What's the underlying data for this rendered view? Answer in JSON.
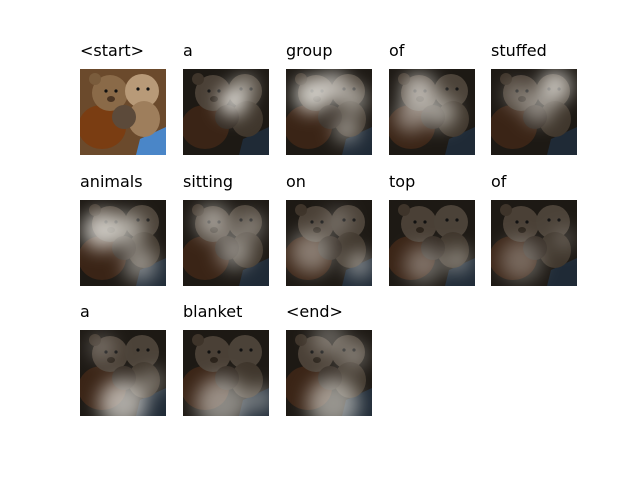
{
  "words": [
    "<start>",
    "a",
    "group",
    "of",
    "stuffed",
    "animals",
    "sitting",
    "on",
    "top",
    "of",
    "a",
    "blanket",
    "<end>"
  ],
  "attention": [
    [],
    [
      [
        0.58,
        0.38,
        0.16,
        0.95
      ],
      [
        0.72,
        0.2,
        0.12,
        0.6
      ]
    ],
    [
      [
        0.3,
        0.3,
        0.2,
        0.85
      ],
      [
        0.55,
        0.2,
        0.18,
        0.7
      ],
      [
        0.8,
        0.35,
        0.15,
        0.6
      ],
      [
        0.7,
        0.7,
        0.15,
        0.55
      ]
    ],
    [
      [
        0.35,
        0.25,
        0.2,
        0.7
      ],
      [
        0.6,
        0.5,
        0.18,
        0.6
      ],
      [
        0.25,
        0.55,
        0.18,
        0.5
      ]
    ],
    [
      [
        0.75,
        0.2,
        0.18,
        0.8
      ],
      [
        0.55,
        0.45,
        0.18,
        0.5
      ],
      [
        0.3,
        0.3,
        0.15,
        0.35
      ]
    ],
    [
      [
        0.25,
        0.35,
        0.22,
        0.8
      ],
      [
        0.55,
        0.35,
        0.2,
        0.6
      ],
      [
        0.7,
        0.75,
        0.2,
        0.5
      ]
    ],
    [
      [
        0.35,
        0.25,
        0.2,
        0.55
      ],
      [
        0.6,
        0.6,
        0.2,
        0.5
      ],
      [
        0.8,
        0.3,
        0.15,
        0.4
      ]
    ],
    [
      [
        0.3,
        0.6,
        0.25,
        0.45
      ],
      [
        0.85,
        0.75,
        0.15,
        0.55
      ],
      [
        0.6,
        0.25,
        0.15,
        0.3
      ]
    ],
    [
      [
        0.4,
        0.75,
        0.22,
        0.4
      ],
      [
        0.8,
        0.7,
        0.15,
        0.45
      ]
    ],
    [
      [
        0.35,
        0.7,
        0.25,
        0.35
      ],
      [
        0.85,
        0.45,
        0.12,
        0.3
      ]
    ],
    [
      [
        0.5,
        0.85,
        0.28,
        0.7
      ],
      [
        0.25,
        0.2,
        0.15,
        0.3
      ],
      [
        0.85,
        0.6,
        0.15,
        0.35
      ]
    ],
    [
      [
        0.45,
        0.85,
        0.3,
        0.55
      ],
      [
        0.9,
        0.8,
        0.15,
        0.45
      ]
    ],
    [
      [
        0.55,
        0.85,
        0.3,
        0.6
      ],
      [
        0.8,
        0.3,
        0.15,
        0.4
      ],
      [
        0.5,
        0.1,
        0.2,
        0.35
      ]
    ]
  ]
}
